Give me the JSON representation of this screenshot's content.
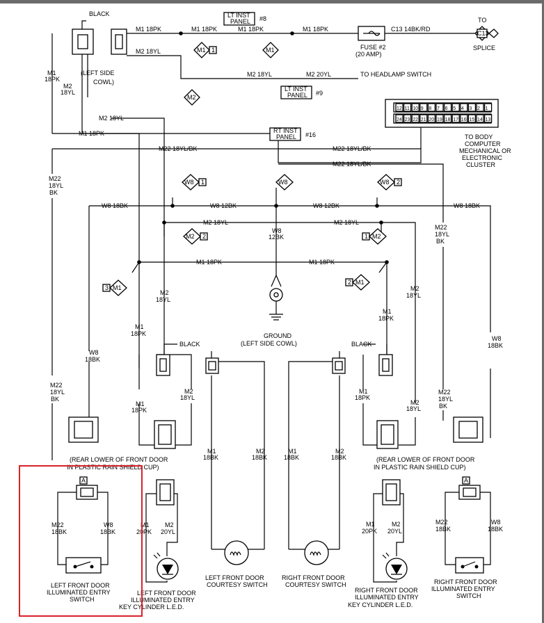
{
  "connectors": {
    "black_top": "BLACK",
    "left_side_cowl": [
      "(LEFT SIDE",
      "COWL)"
    ],
    "black_left_door": "BLACK",
    "black_right_door": "BLACK"
  },
  "panels": {
    "lt_inst_top": [
      "LT INST",
      "PANEL"
    ],
    "lt_inst_top_ref": "#8",
    "lt_inst_mid": [
      "LT INST",
      "PANEL"
    ],
    "lt_inst_mid_ref": "#9",
    "rt_inst": [
      "RT INST",
      "PANEL"
    ],
    "rt_inst_ref": "#16"
  },
  "fuse": [
    "FUSE #2",
    "(20 AMP)"
  ],
  "splice": {
    "to": "TO",
    "code": "C13",
    "label": "SPLICE"
  },
  "headlamp": "TO HEADLAMP SWITCH",
  "cluster": {
    "pins_top": [
      "12",
      "11",
      "10",
      "9",
      "8",
      "7",
      "6",
      "5",
      "4",
      "3",
      "2",
      "1"
    ],
    "pins_bottom": [
      "24",
      "23",
      "22",
      "21",
      "20",
      "19",
      "18",
      "17",
      "16",
      "15",
      "14",
      "13"
    ],
    "label": [
      "TO BODY",
      "COMPUTER",
      "MECHANICAL OR",
      "ELECTRONIC",
      "CLUSTER"
    ]
  },
  "ground": [
    "GROUND",
    "(LEFT SIDE COWL)"
  ],
  "wires": {
    "m1_18pk_a": "M1  18PK",
    "m1_18pk_b": "M1  18PK",
    "m1_18pk_c": "M1  18PK",
    "m1_18pk_d": "M1  18PK",
    "c13": "C13  14BK/RD",
    "m2_18yl_top": "M2  18YL",
    "m2_18yl_a": "M2  18YL",
    "m2_20yl": "M2  20YL",
    "m2_18yl_b": "M2  18YL",
    "m1_18pk_e": "M1  18PK",
    "m22_a": "M22  18YL/BK",
    "m22_b": "M22  18YL/BK",
    "m22_c": "M22  18YL/BK",
    "w8_18bk_l": "W8  18BK",
    "w8_12bk_l": "W8  12BK",
    "w8_12bk_r": "W8  12BK",
    "w8_18bk_r": "W8  18BK",
    "m2_18yl_l": "M2  18YL",
    "m2_18yl_r": "M2  18YL",
    "w8_12bk_v": [
      "W8",
      "12BK"
    ],
    "m1_18pk_l": "M1  18PK",
    "m1_18pk_r": "M1  18PK",
    "vm1_18pk_cowl": [
      "M1",
      "18PK"
    ],
    "vm2_18yl_cowl": [
      "M2",
      "18YL"
    ],
    "vm22_left": [
      "M22",
      "18YL",
      "BK"
    ],
    "vm22_right": [
      "M22",
      "18YL",
      "BK"
    ],
    "vm2_18yl_l": [
      "M2",
      "18YL"
    ],
    "vm1_18pk_l": [
      "M1",
      "18PK"
    ],
    "vw8_18bk_l": [
      "W8",
      "18BK"
    ],
    "vm22_l2": [
      "M22",
      "18YL",
      "BK"
    ],
    "vm1_18pk_l2": [
      "M1",
      "18PK"
    ],
    "vm2_18yl_l2": [
      "M2",
      "18YL"
    ],
    "vm2_18yl_r": [
      "M2",
      "18YL"
    ],
    "vm1_18pk_r": [
      "M1",
      "18PK"
    ],
    "vw8_18bk_r": [
      "W8",
      "18BK"
    ],
    "vm22_r2": [
      "M22",
      "18YL",
      "BK"
    ],
    "vm1_18pk_r2": [
      "M1",
      "18PK"
    ],
    "vm2_18yl_r2": [
      "M2",
      "18YL"
    ],
    "vm1_18bk_lc": [
      "M1",
      "18BK"
    ],
    "vm2_18bk_lc": [
      "M2",
      "18BK"
    ],
    "vm1_18bk_rc": [
      "M1",
      "18BK"
    ],
    "vm2_18bk_rc": [
      "M2",
      "18BK"
    ],
    "vm22_sw_l": [
      "M22",
      "18BK"
    ],
    "vw8_sw_l": [
      "W8",
      "18BK"
    ],
    "vm22_sw_r": [
      "M22",
      "18BK"
    ],
    "vw8_sw_r": [
      "W8",
      "18BK"
    ],
    "vm1_20pk_l": [
      "M1",
      "20PK"
    ],
    "vm2_20yl_l": [
      "M2",
      "20YL"
    ],
    "vm1_20pk_r": [
      "M1",
      "20PK"
    ],
    "vm2_20yl_r": [
      "M2",
      "20YL"
    ]
  },
  "diamonds": {
    "m1": "M1",
    "m2": "M2",
    "w8": "W8",
    "n1": "1",
    "n2": "2",
    "n3": "3",
    "a": "A"
  },
  "rain_shield_left": [
    "(REAR LOWER OF FRONT DOOR",
    "IN PLASTIC RAIN SHIELD CUP)"
  ],
  "rain_shield_right": [
    "(REAR LOWER OF FRONT DOOR",
    "IN PLASTIC RAIN SHIELD CUP)"
  ],
  "components": {
    "left_switch": [
      "LEFT FRONT DOOR",
      "ILLUMINATED ENTRY",
      "SWITCH"
    ],
    "right_switch": [
      "RIGHT FRONT DOOR",
      "ILLUMINATED ENTRY",
      "SWITCH"
    ],
    "left_courtesy": [
      "LEFT FRONT DOOR",
      "COURTESY SWITCH"
    ],
    "right_courtesy": [
      "RIGHT FRONT DOOR",
      "COURTESY SWITCH"
    ],
    "left_led": [
      "LEFT FRONT DOOR",
      "ILLUMINATED ENTRY",
      "KEY CYLINDER L.E.D."
    ],
    "right_led": [
      "RIGHT FRONT DOOR",
      "ILLUMINATED ENTRY",
      "KEY CYLINDER L.E.D."
    ]
  },
  "colors": {
    "highlight": "#d9222a",
    "frame": "#6b6b6b"
  }
}
